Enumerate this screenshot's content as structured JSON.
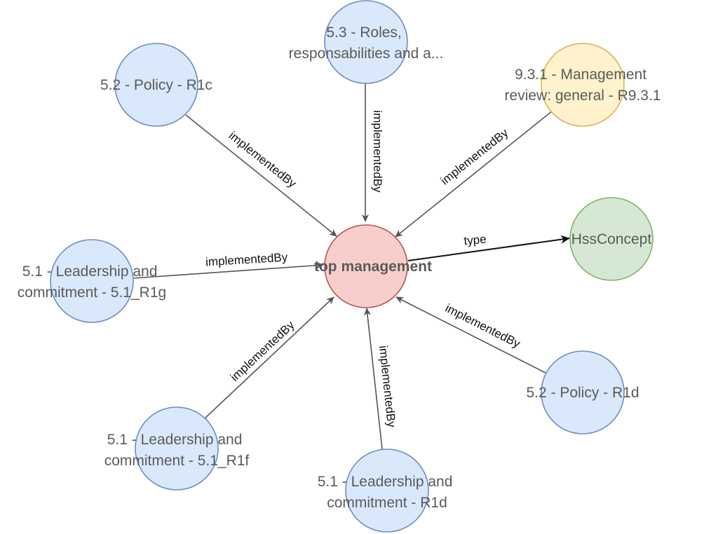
{
  "diagram": {
    "center": {
      "label": "top management",
      "fill": "#f8cecc",
      "stroke": "#b85450"
    },
    "concept": {
      "label": "HssConcept",
      "fill": "#d5e8d4",
      "stroke": "#82b366"
    },
    "node_colors": {
      "default_fill": "#dae8fc",
      "default_stroke": "#6c8ebf",
      "review_fill": "#fff2cc",
      "review_stroke": "#d6b656"
    },
    "nodes": [
      {
        "id": "n1",
        "lines": [
          "5.2 - Policy - R1c"
        ]
      },
      {
        "id": "n2",
        "lines": [
          "5.3 - Roles,",
          "responsabilities and a..."
        ]
      },
      {
        "id": "n3",
        "lines": [
          "9.3.1 - Management",
          "review: general - R9.3.1"
        ]
      },
      {
        "id": "n4",
        "lines": [
          "5.1 - Leadership and",
          "commitment - 5.1_R1g"
        ]
      },
      {
        "id": "n5",
        "lines": [
          "5.1 - Leadership and",
          "commitment - 5.1_R1f"
        ]
      },
      {
        "id": "n6",
        "lines": [
          "5.1 - Leadership and",
          "commitment - R1d"
        ]
      },
      {
        "id": "n7",
        "lines": [
          "5.2 - Policy - R1d"
        ]
      }
    ],
    "edges": [
      {
        "id": "e1",
        "label": "implementedBy"
      },
      {
        "id": "e2",
        "label": "implementedBy"
      },
      {
        "id": "e3",
        "label": "implementedBy"
      },
      {
        "id": "e4",
        "label": "implementedBy"
      },
      {
        "id": "e5",
        "label": "implementedBy"
      },
      {
        "id": "e6",
        "label": "implementedBy"
      },
      {
        "id": "e7",
        "label": "implementedBy"
      },
      {
        "id": "e8",
        "label": "type"
      }
    ]
  }
}
